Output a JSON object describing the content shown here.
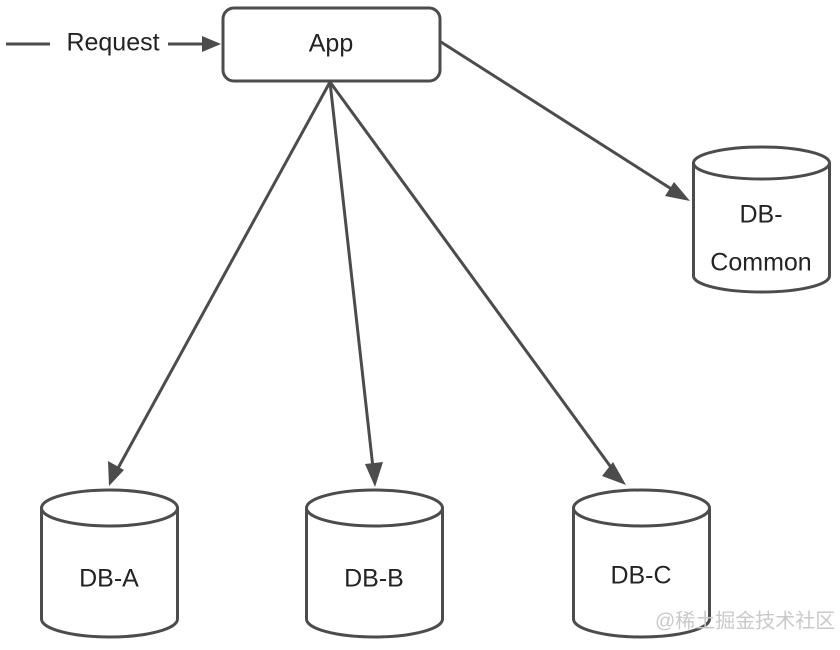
{
  "diagram": {
    "type": "architecture-flow",
    "background_color": "#ffffff",
    "stroke_color": "#4c4c4c",
    "text_color": "#232323",
    "nodes": [
      {
        "id": "app",
        "shape": "rounded-rectangle",
        "label": "App"
      },
      {
        "id": "db-common",
        "shape": "cylinder",
        "label_line_1": "DB-",
        "label_line_2": "Common"
      },
      {
        "id": "db-a",
        "shape": "cylinder",
        "label": "DB-A"
      },
      {
        "id": "db-b",
        "shape": "cylinder",
        "label": "DB-B"
      },
      {
        "id": "db-c",
        "shape": "cylinder",
        "label": "DB-C"
      }
    ],
    "edges": [
      {
        "id": "request-to-app",
        "label": "Request",
        "from": "external",
        "to": "app"
      },
      {
        "id": "app-to-db-common",
        "label": "",
        "from": "app",
        "to": "db-common"
      },
      {
        "id": "app-to-db-a",
        "label": "",
        "from": "app",
        "to": "db-a"
      },
      {
        "id": "app-to-db-b",
        "label": "",
        "from": "app",
        "to": "db-b"
      },
      {
        "id": "app-to-db-c",
        "label": "",
        "from": "app",
        "to": "db-c"
      }
    ]
  },
  "watermark": {
    "text": "@稀土掘金技术社区",
    "color": "#c9c9c9"
  }
}
